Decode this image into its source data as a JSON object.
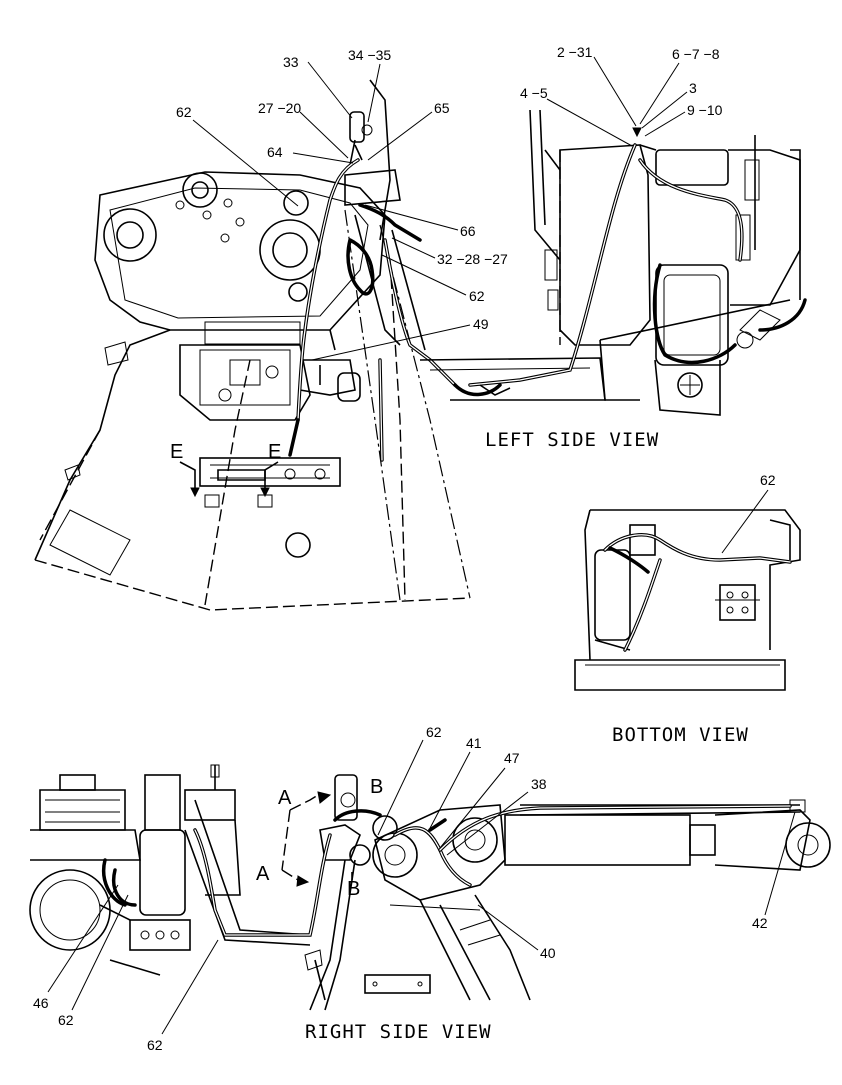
{
  "views": {
    "left_side": "LEFT SIDE VIEW",
    "bottom": "BOTTOM VIEW",
    "right_side": "RIGHT SIDE VIEW"
  },
  "section_labels": {
    "e_left": "E",
    "e_right": "E",
    "a_top": "A",
    "a_bottom": "A",
    "b_top": "B",
    "b_bottom": "B"
  },
  "callouts": {
    "c33": "33",
    "c34_35": "34 −35",
    "c27_20": "27 −20",
    "c62_top": "62",
    "c65": "65",
    "c64": "64",
    "c66": "66",
    "c32_28_27": "32 −28 −27",
    "c62_mid": "62",
    "c49": "49",
    "c2_31": "2 −31",
    "c6_7_8": "6 −7 −8",
    "c4_5": "4 −5",
    "c3": "3",
    "c9_10": "9 −10",
    "c62_bottom_view": "62",
    "c62_right_a": "62",
    "c41": "41",
    "c47": "47",
    "c38": "38",
    "c40": "40",
    "c42": "42",
    "c46": "46",
    "c62_right_b": "62",
    "c62_right_c": "62"
  }
}
